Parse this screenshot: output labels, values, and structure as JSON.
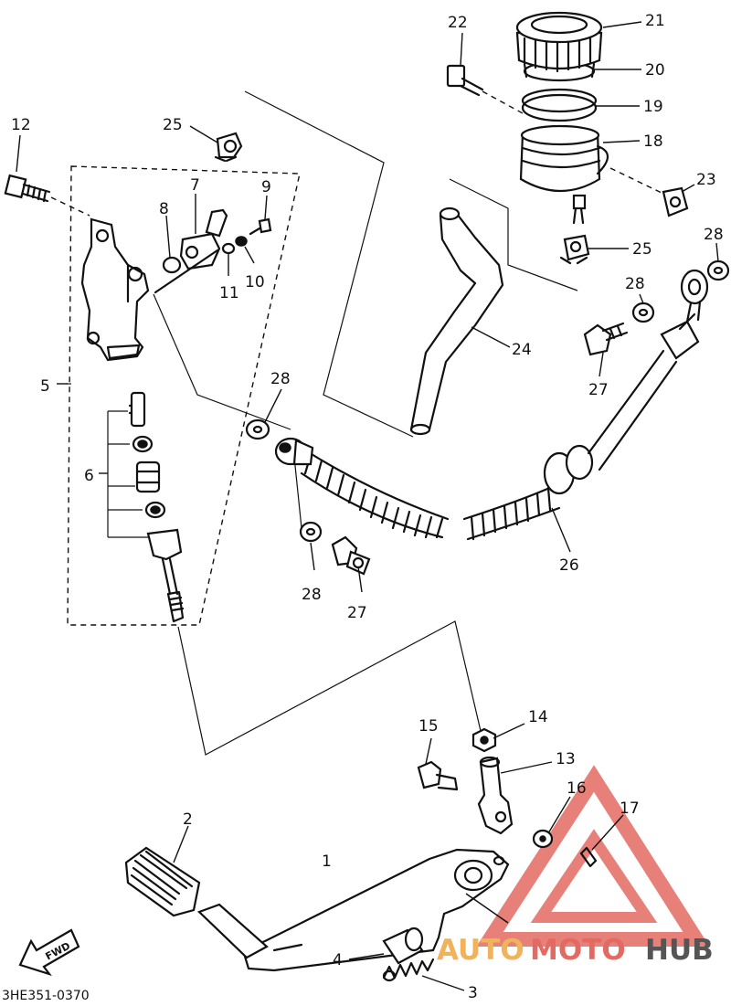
{
  "diagram_code": "3HE351-0370",
  "fwd_label": "FWD",
  "watermark": {
    "part1": "AUTO",
    "part2": "MOTO",
    "part3": "HUB",
    "accent": "#e36a62",
    "secondary": "#555555"
  },
  "callouts": [
    {
      "id": "1",
      "text": "1"
    },
    {
      "id": "2",
      "text": "2"
    },
    {
      "id": "3",
      "text": "3"
    },
    {
      "id": "4",
      "text": "4"
    },
    {
      "id": "5",
      "text": "5"
    },
    {
      "id": "6",
      "text": "6"
    },
    {
      "id": "7",
      "text": "7"
    },
    {
      "id": "8",
      "text": "8"
    },
    {
      "id": "9",
      "text": "9"
    },
    {
      "id": "10",
      "text": "10"
    },
    {
      "id": "11",
      "text": "11"
    },
    {
      "id": "12",
      "text": "12"
    },
    {
      "id": "13",
      "text": "13"
    },
    {
      "id": "14",
      "text": "14"
    },
    {
      "id": "15",
      "text": "15"
    },
    {
      "id": "16",
      "text": "16"
    },
    {
      "id": "17",
      "text": "17"
    },
    {
      "id": "18",
      "text": "18"
    },
    {
      "id": "19",
      "text": "19"
    },
    {
      "id": "20",
      "text": "20"
    },
    {
      "id": "21",
      "text": "21"
    },
    {
      "id": "22",
      "text": "22"
    },
    {
      "id": "23",
      "text": "23"
    },
    {
      "id": "24",
      "text": "24"
    },
    {
      "id": "25a",
      "text": "25"
    },
    {
      "id": "25b",
      "text": "25"
    },
    {
      "id": "26",
      "text": "26"
    },
    {
      "id": "27a",
      "text": "27"
    },
    {
      "id": "27b",
      "text": "27"
    },
    {
      "id": "28a",
      "text": "28"
    },
    {
      "id": "28b",
      "text": "28"
    },
    {
      "id": "28c",
      "text": "28"
    },
    {
      "id": "28d",
      "text": "28"
    }
  ]
}
